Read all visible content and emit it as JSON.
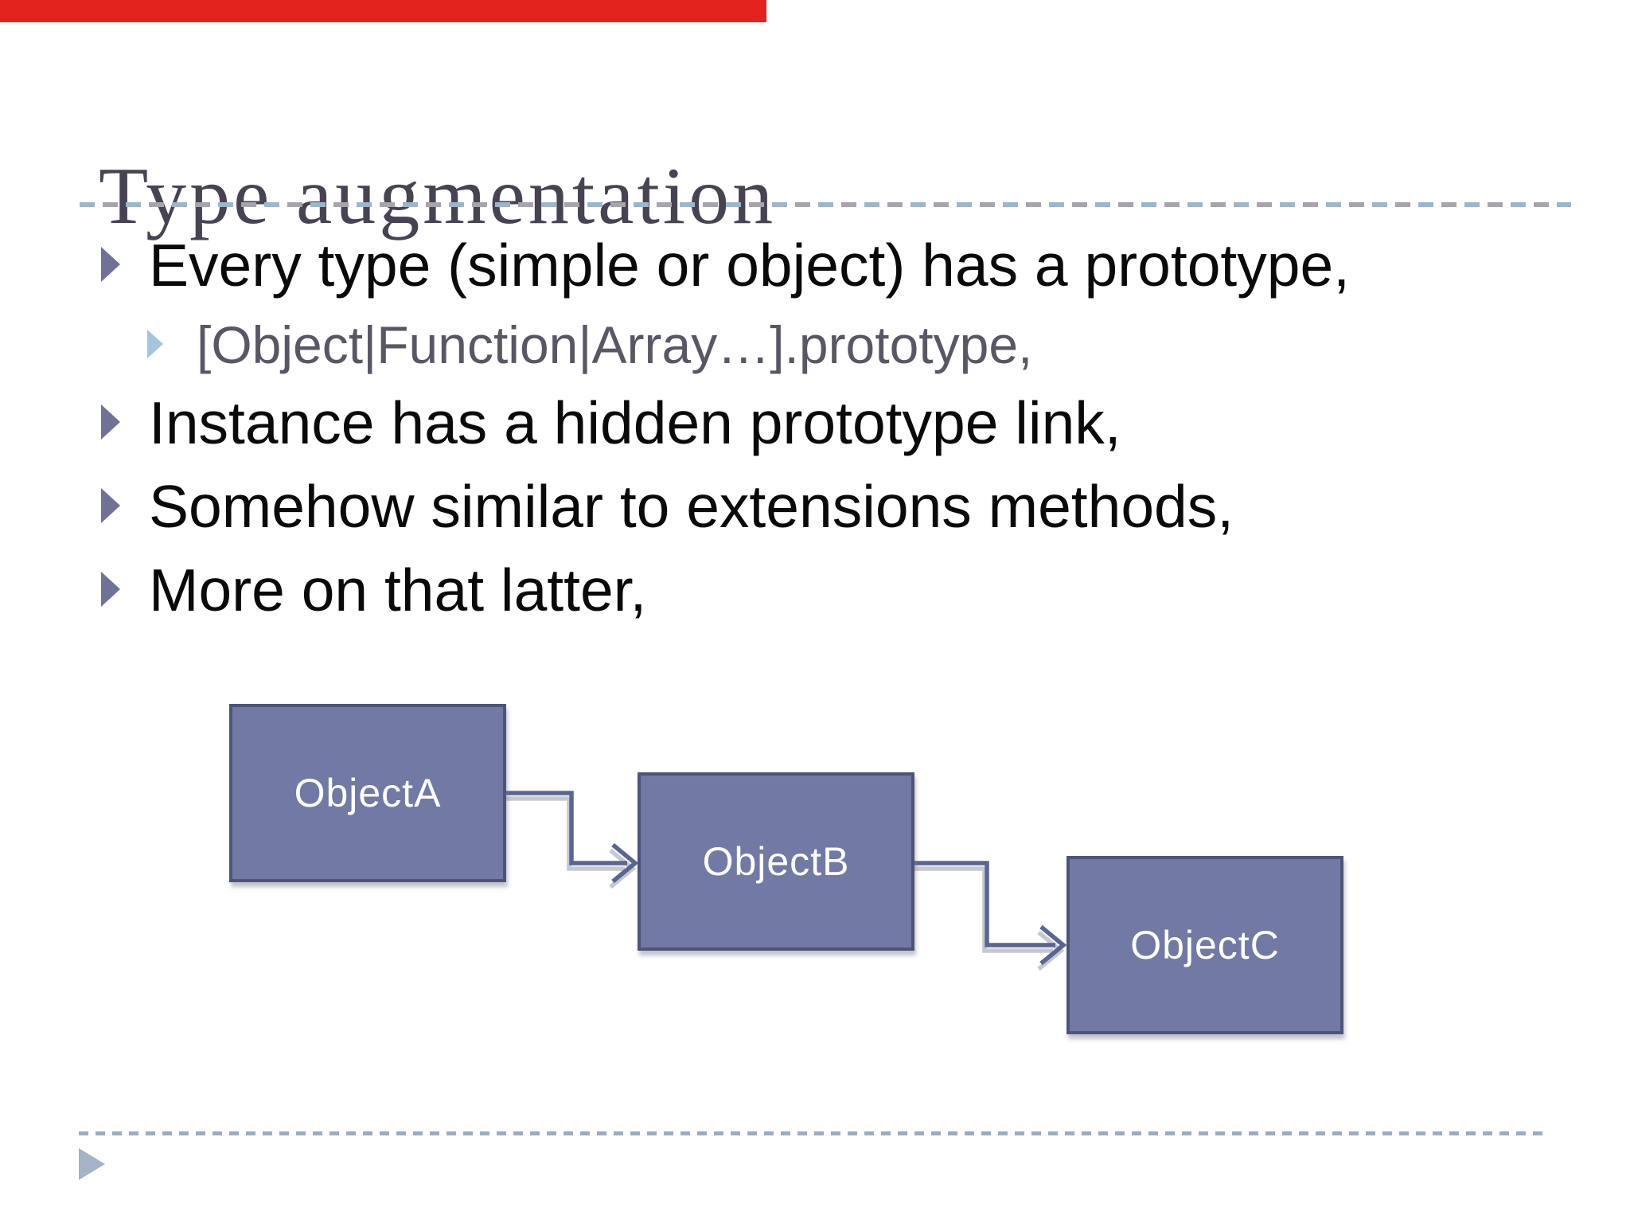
{
  "slide": {
    "title": "Type augmentation",
    "bullets": [
      {
        "level": 1,
        "text": "Every type (simple or object) has a prototype,"
      },
      {
        "level": 2,
        "text": "[Object|Function|Array…].prototype,"
      },
      {
        "level": 1,
        "text": "Instance has a hidden prototype link,"
      },
      {
        "level": 1,
        "text": "Somehow similar to extensions methods,"
      },
      {
        "level": 1,
        "text": "More on that latter,"
      }
    ],
    "diagram": {
      "nodes": [
        {
          "label": "ObjectA"
        },
        {
          "label": "ObjectB"
        },
        {
          "label": "ObjectC"
        }
      ],
      "connections": [
        {
          "from": "ObjectA",
          "to": "ObjectB"
        },
        {
          "from": "ObjectB",
          "to": "ObjectC"
        }
      ]
    },
    "colors": {
      "video_progress": "#e3231e",
      "title_text": "#474352",
      "body_text": "#0a0a0a",
      "sub_bullet_text": "#5a5764",
      "bullet_marker": "#6f7296",
      "sub_bullet_marker": "#a4c5df",
      "node_fill": "#7279a4",
      "node_border": "#4e5478",
      "node_label": "#ffffff",
      "connector": "#5a6590",
      "dash_blue": "#9eb5ca",
      "dash_gray": "#a7a4ab",
      "corner_triangle": "#a4b3c7"
    }
  }
}
